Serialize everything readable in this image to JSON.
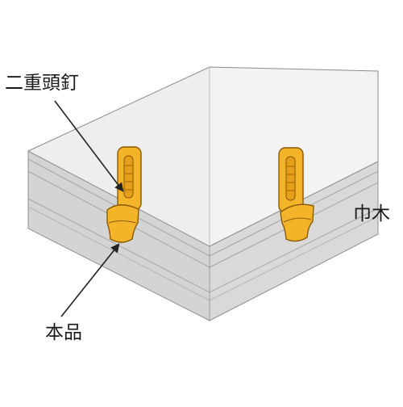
{
  "labels": {
    "nail": "二重頭釘",
    "baseboard": "巾木",
    "product": "本品"
  },
  "colors": {
    "wall_left": "#eeeeee",
    "wall_right": "#f3f3f3",
    "baseboard": "#d2d2d2",
    "baseboard_edge": "#9a9a9a",
    "clip_fill": "#f4b42a",
    "clip_stroke": "#8a5a00",
    "line": "#333333"
  }
}
